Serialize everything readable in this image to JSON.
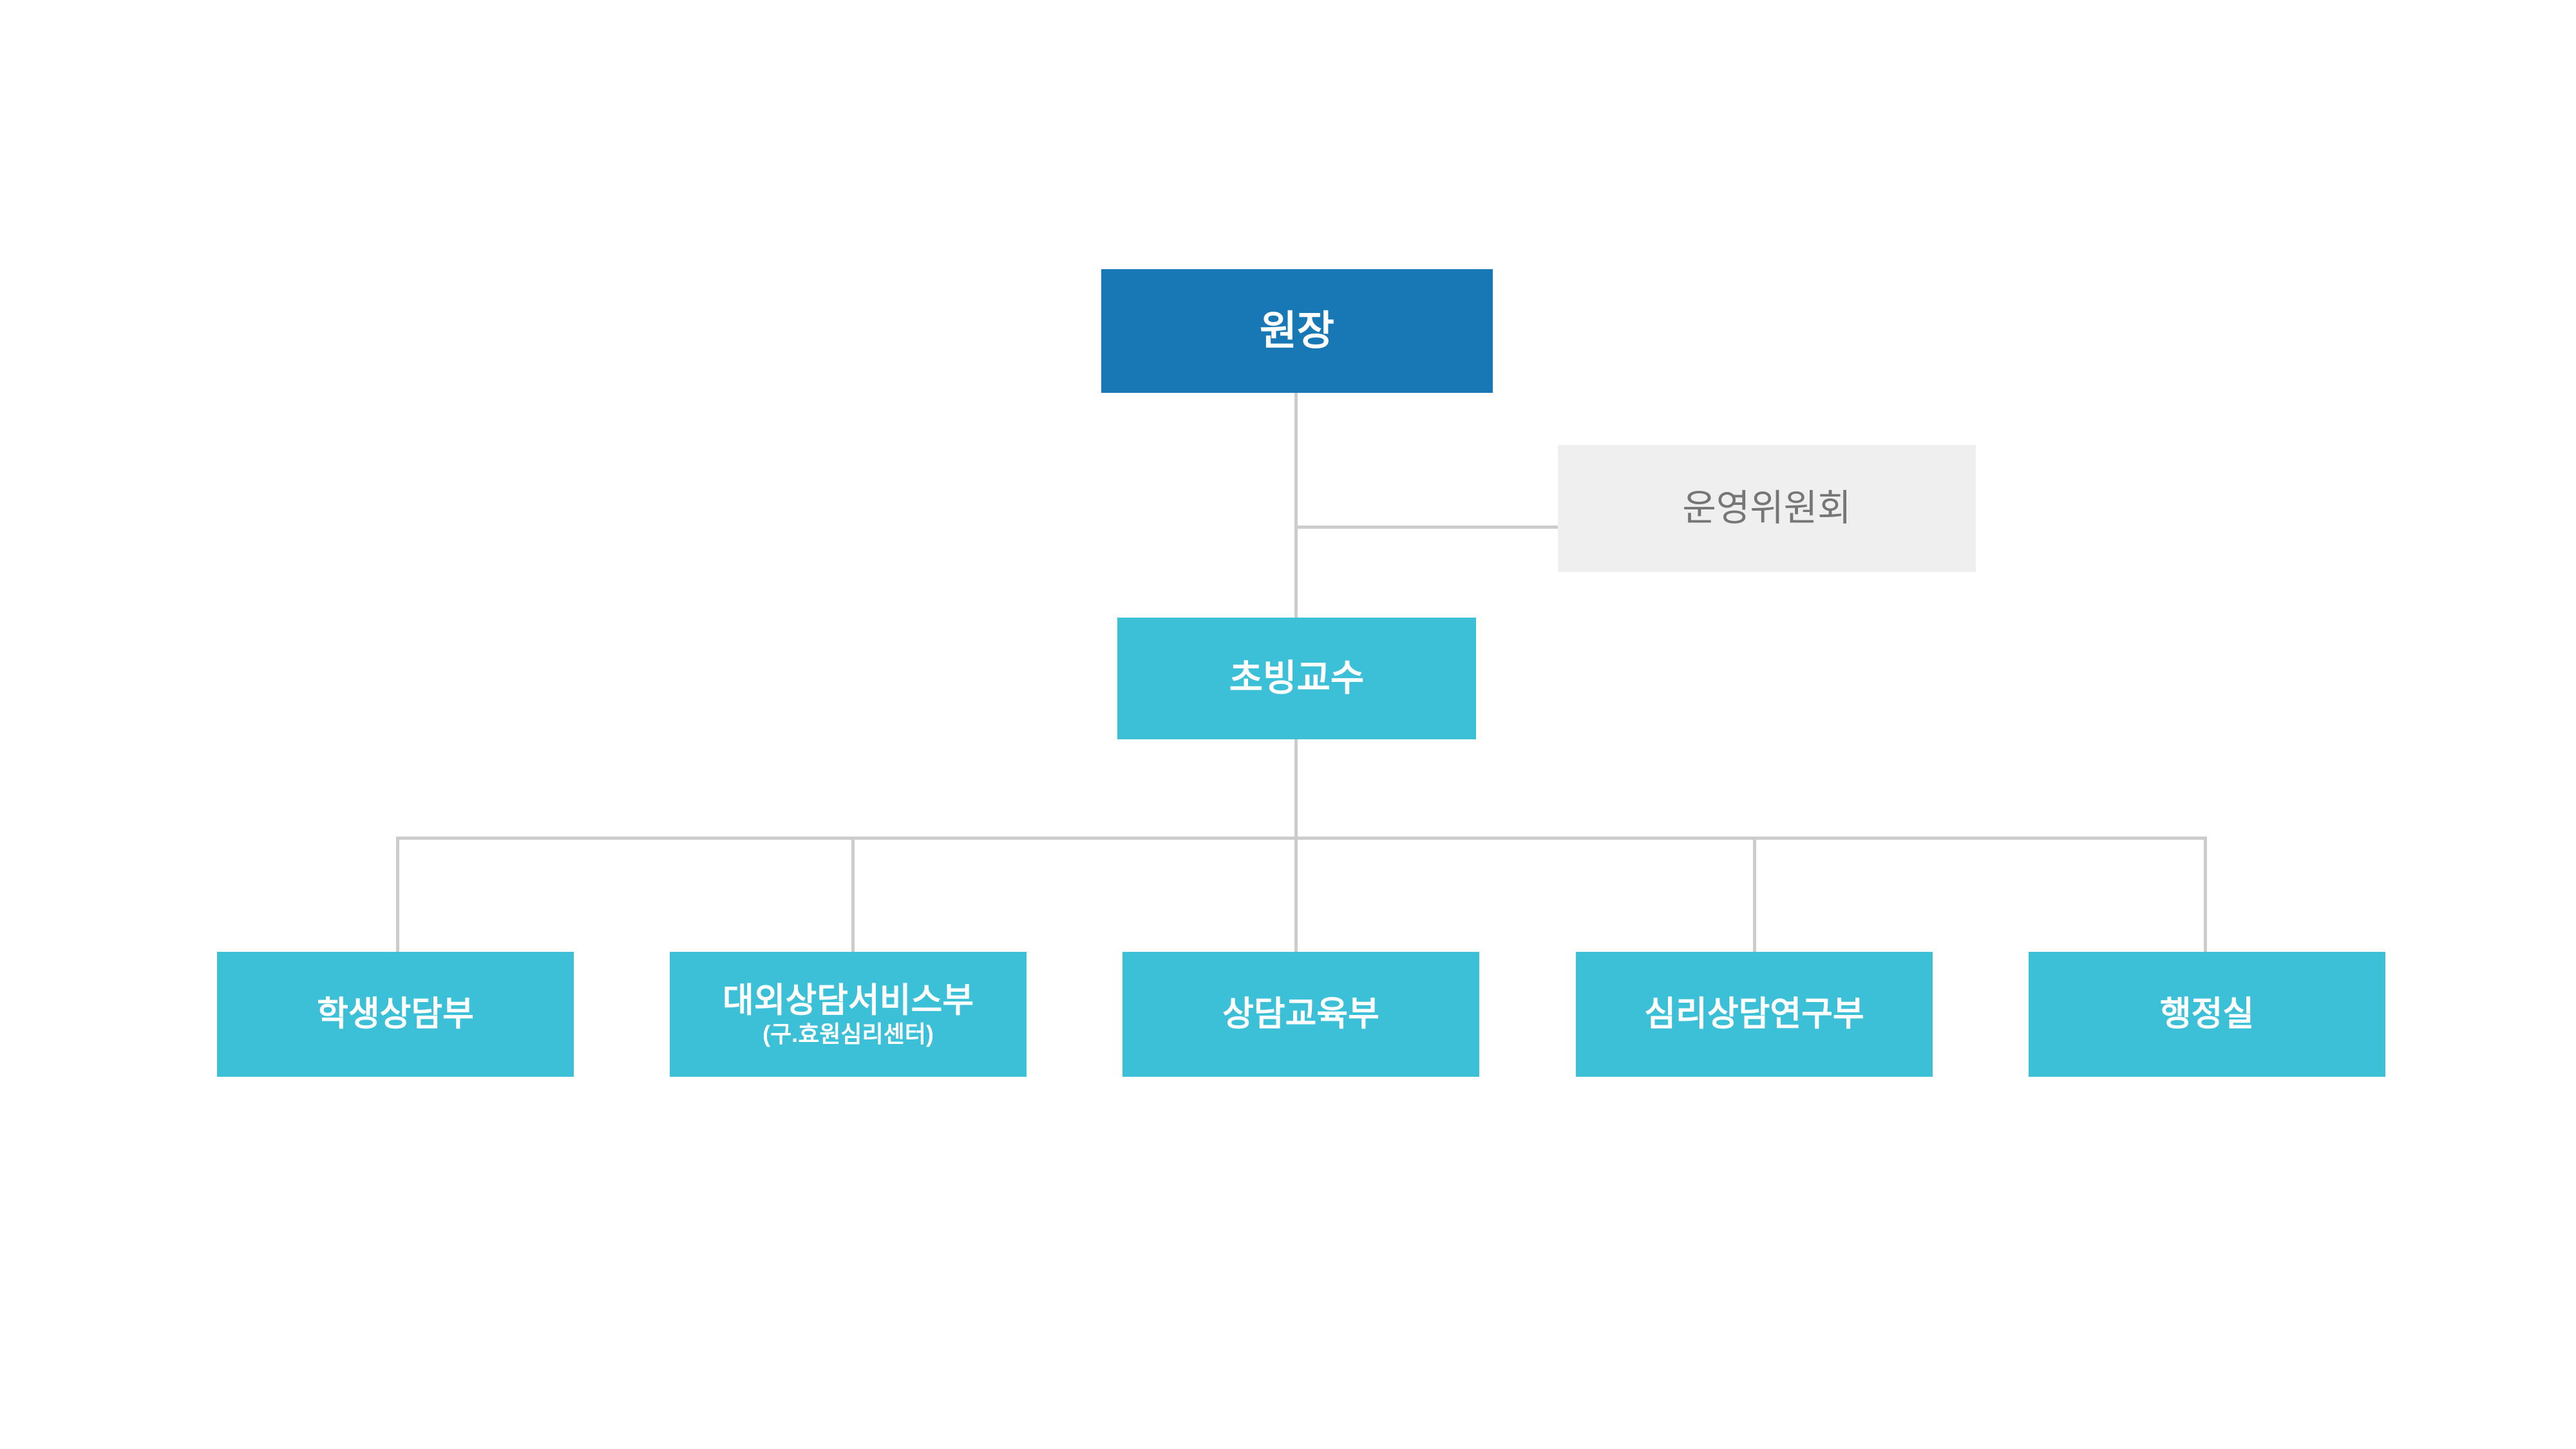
{
  "chart_data": {
    "type": "diagram",
    "diagram_type": "organization-chart",
    "title": "",
    "background_color": "#ffffff",
    "colors": {
      "root_box": "#1878b5",
      "branch_box": "#3cc0d8",
      "advisory_box": "#efefef",
      "advisory_text": "#767676",
      "box_text": "#ffffff",
      "connector": "#cccccc"
    },
    "nodes": [
      {
        "id": "director",
        "label": "원장",
        "level": 0,
        "style": "root"
      },
      {
        "id": "committee",
        "label": "운영위원회",
        "level": 1,
        "style": "advisory"
      },
      {
        "id": "visiting",
        "label": "초빙교수",
        "level": 1,
        "style": "branch"
      },
      {
        "id": "dept-student",
        "label": "학생상담부",
        "sublabel": "",
        "level": 2,
        "style": "branch"
      },
      {
        "id": "dept-external",
        "label": "대외상담서비스부",
        "sublabel": "(구.효원심리센터)",
        "level": 2,
        "style": "branch"
      },
      {
        "id": "dept-education",
        "label": "상담교육부",
        "sublabel": "",
        "level": 2,
        "style": "branch"
      },
      {
        "id": "dept-research",
        "label": "심리상담연구부",
        "sublabel": "",
        "level": 2,
        "style": "branch"
      },
      {
        "id": "dept-admin",
        "label": "행정실",
        "sublabel": "",
        "level": 2,
        "style": "branch"
      }
    ],
    "edges": [
      {
        "from": "director",
        "to": "committee",
        "style": "lateral-dashed-solid"
      },
      {
        "from": "director",
        "to": "visiting",
        "style": "vertical"
      },
      {
        "from": "visiting",
        "to": "dept-student",
        "style": "bus-drop"
      },
      {
        "from": "visiting",
        "to": "dept-external",
        "style": "bus-drop"
      },
      {
        "from": "visiting",
        "to": "dept-education",
        "style": "bus-drop"
      },
      {
        "from": "visiting",
        "to": "dept-research",
        "style": "bus-drop"
      },
      {
        "from": "visiting",
        "to": "dept-admin",
        "style": "bus-drop"
      }
    ]
  },
  "org": {
    "root": {
      "label": "원장"
    },
    "advisory": {
      "label": "운영위원회"
    },
    "second": {
      "label": "초빙교수"
    },
    "departments": [
      {
        "label": "학생상담부",
        "sublabel": ""
      },
      {
        "label": "대외상담서비스부",
        "sublabel": "(구.효원심리센터)"
      },
      {
        "label": "상담교육부",
        "sublabel": ""
      },
      {
        "label": "심리상담연구부",
        "sublabel": ""
      },
      {
        "label": "행정실",
        "sublabel": ""
      }
    ]
  }
}
